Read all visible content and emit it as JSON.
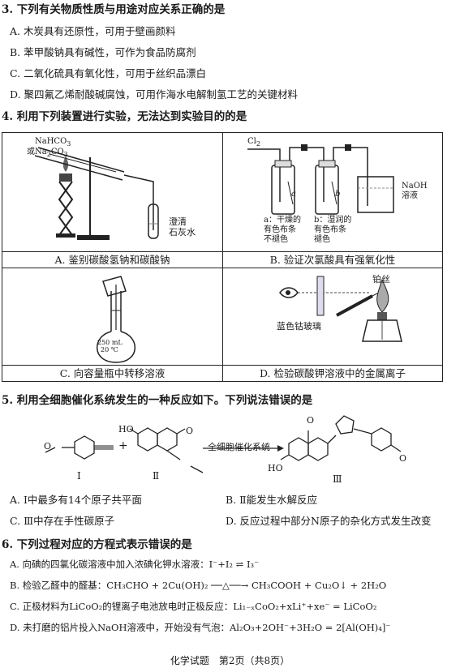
{
  "q3": {
    "stem": "3. 下列有关物质性质与用途对应关系正确的是",
    "options": [
      "A. 木炭具有还原性，可用于壁画颜料",
      "B. 苯甲酸钠具有碱性，可作为食品防腐剂",
      "C. 二氧化硫具有氧化性，可用于丝织品漂白",
      "D. 聚四氟乙烯耐酸碱腐蚀，可用作海水电解制氢工艺的关键材料"
    ]
  },
  "q4": {
    "stem": "4. 利用下列装置进行实验，无法达到实验目的的是",
    "panels": {
      "a": {
        "caption": "A. 鉴别碳酸氢钠和碳酸钠",
        "label_top_1": "NaHCO",
        "label_top_2": "或Na",
        "label_sub_2": "2",
        "label_top_2b": "CO",
        "label_sub_3": "3",
        "label_sub_1": "3",
        "label_right_1": "澄清",
        "label_right_2": "石灰水"
      },
      "b": {
        "caption": "B. 验证次氯酸具有强氧化性",
        "cl2": "Cl",
        "cl2_sub": "2",
        "naoh_1": "NaOH",
        "naoh_2": "溶液",
        "bottle_a": "a",
        "bottle_b": "b",
        "note_a_1": "a：干燥的",
        "note_a_2": "有色布条",
        "note_a_3": "不褪色",
        "note_b_1": "b：湿润的",
        "note_b_2": "有色布条",
        "note_b_3": "褪色"
      },
      "c": {
        "caption": "C. 向容量瓶中转移溶液",
        "flask_1": "250 mL",
        "flask_2": "20 ℃"
      },
      "d": {
        "caption": "D. 检验碳酸钾溶液中的金属离子",
        "pt_wire": "铂丝",
        "cobalt_glass": "蓝色钴玻璃"
      }
    }
  },
  "q5": {
    "stem": "5. 利用全细胞催化系统发生的一种反应如下。下列说法错误的是",
    "arrow_label": "全细胞催化系统",
    "labels": {
      "r1": "Ⅰ",
      "r2": "Ⅱ",
      "p": "Ⅲ",
      "ho": "HO",
      "o": "O",
      "plus": "+"
    },
    "options": [
      "A. Ⅰ中最多有14个原子共平面",
      "B. Ⅱ能发生水解反应",
      "C. Ⅲ中存在手性碳原子",
      "D. 反应过程中部分N原子的杂化方式发生改变"
    ]
  },
  "q6": {
    "stem": "6. 下列过程对应的方程式表示错误的是",
    "options": [
      "A. 向碘的四氯化碳溶液中加入浓碘化钾水溶液：I⁻+I₂ ⇌ I₃⁻",
      "B. 检验乙醛中的醛基：CH₃CHO + 2Cu(OH)₂ ──△──→ CH₃COOH + Cu₂O↓ + 2H₂O",
      "C. 正极材料为LiCoO₂的锂离子电池放电时正极反应：Li₁₋ₓCoO₂+xLi⁺+xe⁻ = LiCoO₂",
      "D. 未打磨的铝片投入NaOH溶液中，开始没有气泡：Al₂O₃+2OH⁻+3H₂O = 2[Al(OH)₄]⁻"
    ]
  },
  "footer": "化学试题　第2页（共8页）"
}
